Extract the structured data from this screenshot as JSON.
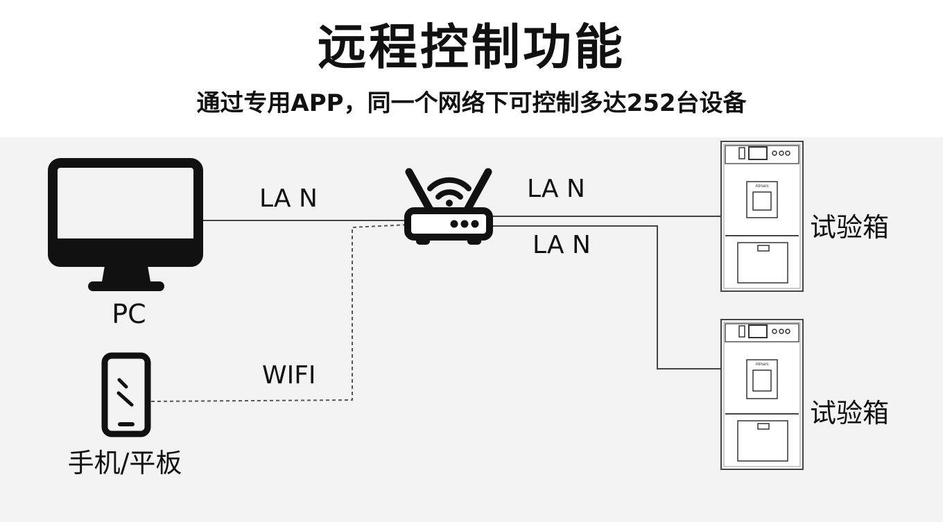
{
  "title": "远程控制功能",
  "subtitle": "通过专用APP，同一个网络下可控制多达252台设备",
  "nodes": {
    "pc": {
      "label": "PC",
      "icon": "monitor-icon"
    },
    "phone": {
      "label": "手机/平板",
      "icon": "smartphone-icon"
    },
    "router": {
      "icon": "wifi-router-icon"
    },
    "chamber_1": {
      "label": "试验箱",
      "icon": "test-chamber-icon",
      "brand": "Atmars"
    },
    "chamber_2": {
      "label": "试验箱",
      "icon": "test-chamber-icon",
      "brand": "Atmars"
    }
  },
  "links": {
    "pc_router": {
      "label": "LA N",
      "style": "solid"
    },
    "phone_router": {
      "label": "WIFI",
      "style": "dashed"
    },
    "router_chamber_1": {
      "label": "LA N",
      "style": "solid"
    },
    "router_chamber_2": {
      "label": "LA N",
      "style": "solid"
    }
  },
  "colors": {
    "line": "#444444",
    "icon": "#111111",
    "panel": "#f3f3f3"
  }
}
